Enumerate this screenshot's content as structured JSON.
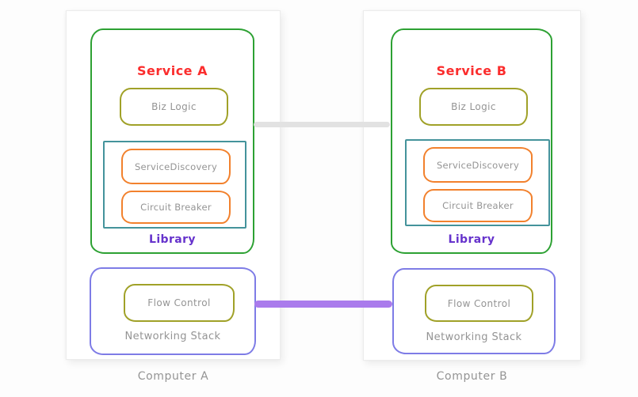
{
  "colors": {
    "panel-border": "#ececec",
    "service-border": "#2da133",
    "service-title": "#fb2d2d",
    "module-border": "#a0a128",
    "library-border": "#44939b",
    "library-item-border": "#f2812d",
    "library-label": "#6633cc",
    "network-border": "#7e7ce6",
    "network-link": "#aa7bec",
    "service-link": "#e2e2e2",
    "muted-text": "#949494"
  },
  "computers": [
    {
      "label": "Computer A",
      "service": {
        "title": "Service A",
        "modules": [
          "Biz Logic"
        ],
        "library": {
          "label": "Library",
          "items": [
            "ServiceDiscovery",
            "Circuit Breaker"
          ]
        }
      },
      "network": {
        "label": "Networking Stack",
        "items": [
          "Flow Control"
        ]
      }
    },
    {
      "label": "Computer B",
      "service": {
        "title": "Service B",
        "modules": [
          "Biz Logic"
        ],
        "library": {
          "label": "Library",
          "items": [
            "ServiceDiscovery",
            "Circuit Breaker"
          ]
        }
      },
      "network": {
        "label": "Networking Stack",
        "items": [
          "Flow Control"
        ]
      }
    }
  ],
  "connections": [
    {
      "name": "service-to-service",
      "style": "gray-line"
    },
    {
      "name": "network-to-network",
      "style": "purple-line"
    }
  ]
}
